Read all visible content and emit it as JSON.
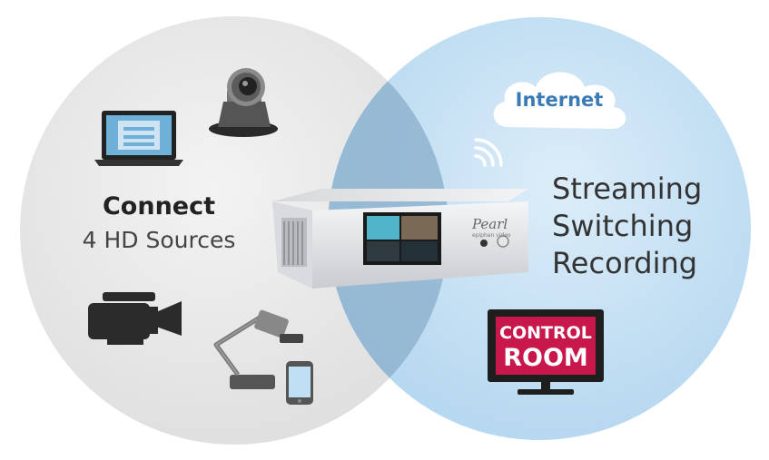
{
  "left_group": {
    "title": "Connect",
    "subtitle": "4 HD Sources"
  },
  "cloud": {
    "label": "Internet"
  },
  "capabilities": [
    "Streaming",
    "Switching",
    "Recording"
  ],
  "device": {
    "brand_script": "Pearl",
    "maker": "epiphan video"
  },
  "monitor": {
    "line1": "CONTROL",
    "line2": "ROOM"
  },
  "colors": {
    "left_circle": "#e6e6e6",
    "right_circle": "#bcdcf2",
    "overlap": "#9fbfd7",
    "accent_text": "#3a7bb5",
    "control_room": "#c8174a"
  },
  "icons": [
    "laptop-icon",
    "ptz-camera-icon",
    "video-camera-icon",
    "document-camera-icon",
    "smartphone-icon",
    "wifi-icon",
    "cloud-icon",
    "monitor-icon",
    "encoder-device"
  ]
}
